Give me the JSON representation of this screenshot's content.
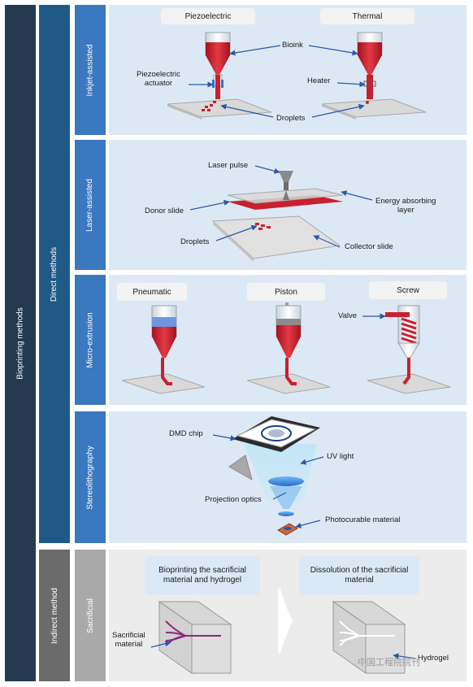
{
  "root_label": "Bioprinting methods",
  "groups": {
    "direct": "Direct methods",
    "indirect": "Indirect method"
  },
  "sections": {
    "inkjet": {
      "side": "Inkjet-assisted",
      "piezo_title": "Piezoelectric",
      "thermal_title": "Thermal",
      "bioink": "Bioink",
      "actuator": "Piezoelectric\nactuator",
      "heater": "Heater",
      "droplets": "Droplets"
    },
    "laser": {
      "side": "Laser-assisted",
      "pulse": "Laser pulse",
      "donor": "Donor slide",
      "energy": "Energy absorbing\nlayer",
      "droplets": "Droplets",
      "collector": "Collector slide"
    },
    "extrusion": {
      "side": "Micro-extrusion",
      "pneumatic": "Pneumatic",
      "piston": "Piston",
      "screw": "Screw",
      "valve": "Valve"
    },
    "stereo": {
      "side": "Stereolithography",
      "dmd": "DMD chip",
      "uv": "UV light",
      "optics": "Projection optics",
      "material": "Photocurable material"
    },
    "sacrificial": {
      "side": "Sacrificial",
      "step1": "Bioprinting the sacrificial\nmaterial and hydrogel",
      "step2": "Dissolution of the sacrificial\nmaterial",
      "sac_material": "Sacrificial\nmaterial",
      "hydrogel": "Hydrogel",
      "watermark": "中国工程院院刊"
    }
  },
  "colors": {
    "root_bar": "#253a50",
    "group_bar": "#1f5a86",
    "section_bar": "#3a78c0",
    "panel_bg": "#dce9f5",
    "indirect_bar": "#6b6b6b",
    "indirect_section": "#a9a9a9",
    "indirect_panel": "#ececec",
    "ink": "#c8202f"
  }
}
